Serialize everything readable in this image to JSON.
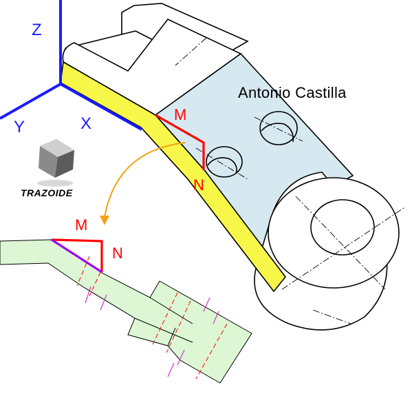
{
  "axes": {
    "z": "Z",
    "x": "X",
    "y": "Y"
  },
  "author": "Antonio  Castilla",
  "logo": {
    "text": "TRAZOIDE"
  },
  "points": {
    "upper": {
      "m": "M",
      "n": "N"
    },
    "lower": {
      "m": "M",
      "n": "N"
    }
  },
  "colors": {
    "axis": "#1a1aff",
    "mn_edge": "#ff0000",
    "section": "#f7f74a",
    "face": "#d7e9f0",
    "unfolded": "#ddf7d4",
    "arrow": "#f5a10f",
    "fold_line": "#a000ff"
  }
}
